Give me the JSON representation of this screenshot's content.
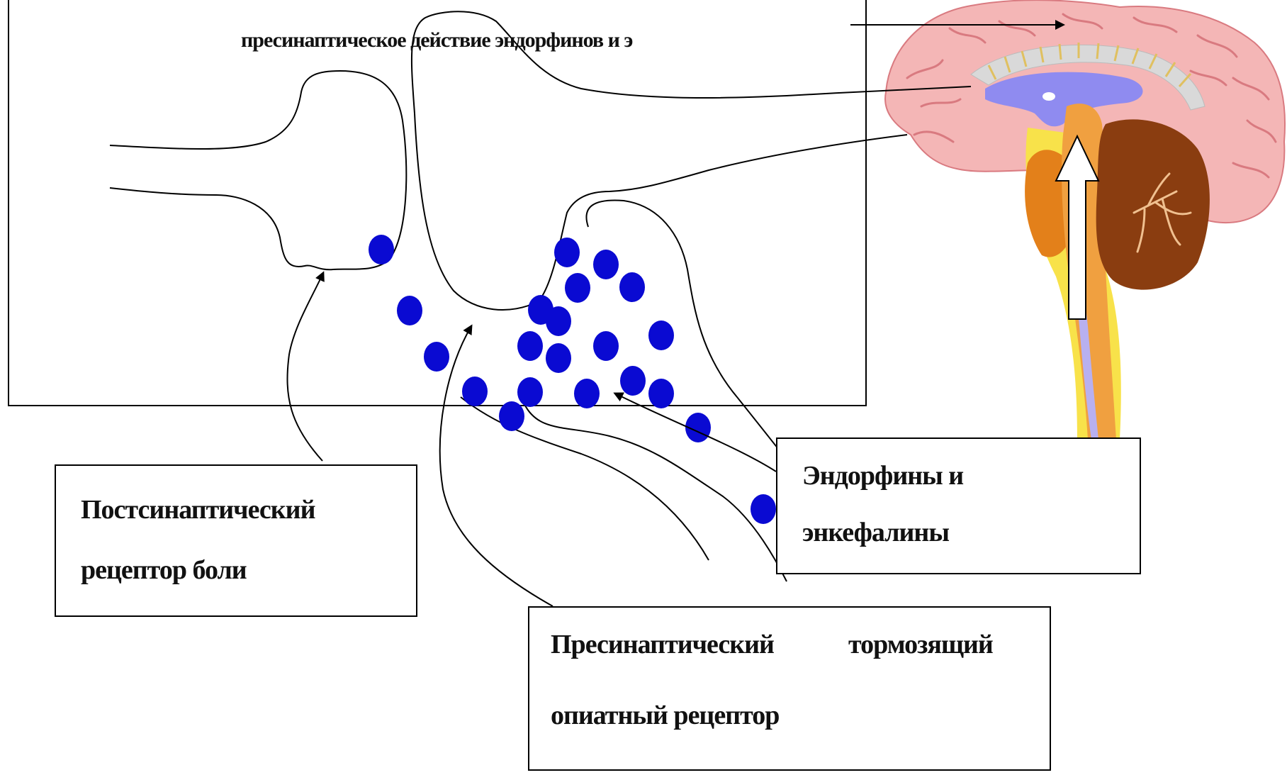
{
  "diagram": {
    "title": "пресинаптическое действие эндорфинов и э",
    "labels": {
      "postsynaptic": {
        "line1": "Постсинаптический",
        "line2": "рецептор боли"
      },
      "endorphins": {
        "line1": "Эндорфины и",
        "line2": "энкефалины"
      },
      "presynaptic": {
        "line1a": "Пресинаптический",
        "line1b": "тормозящий",
        "line2": "опиатный рецептор"
      }
    },
    "colors": {
      "vesicle": "#0a0ad2",
      "brain_pink": "#f4b6b6",
      "brain_fold": "#d97a80",
      "ventricle_blue": "#8f8bf0",
      "cerebellum_brown": "#8a3d10",
      "brainstem_orange": "#f0a040",
      "spinal_yellow": "#f8e24a"
    }
  }
}
